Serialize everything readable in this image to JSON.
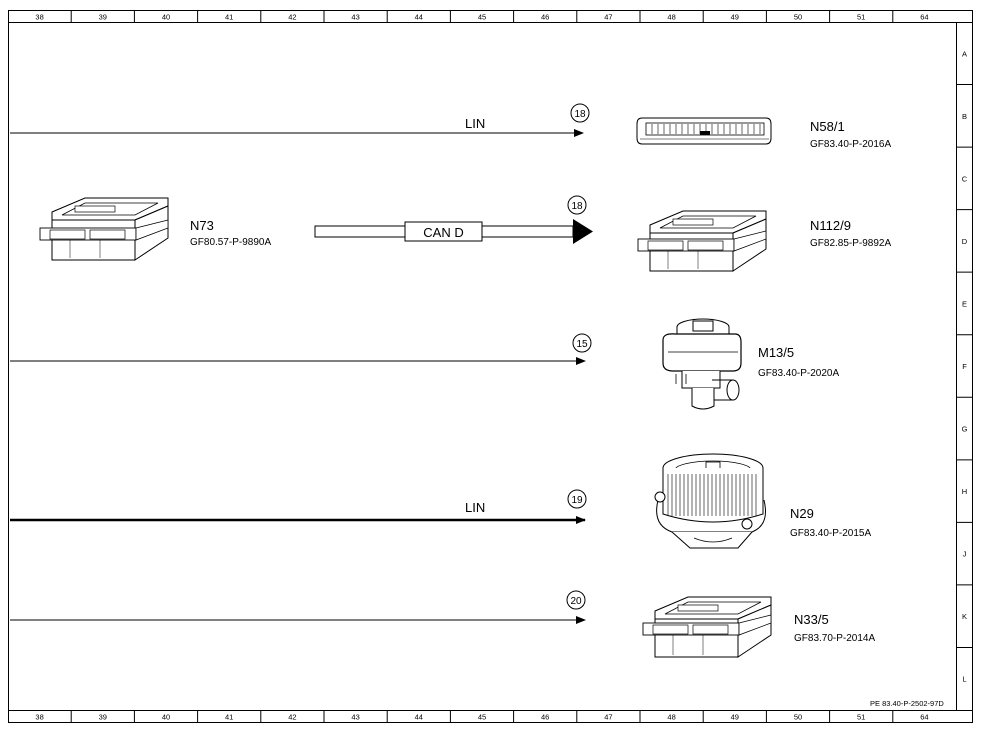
{
  "grid": {
    "columns": [
      "38",
      "39",
      "40",
      "41",
      "42",
      "43",
      "44",
      "45",
      "46",
      "47",
      "48",
      "49",
      "50",
      "51",
      "64"
    ],
    "rows": [
      "A",
      "B",
      "C",
      "D",
      "E",
      "F",
      "G",
      "H",
      "J",
      "K",
      "L"
    ]
  },
  "drawing_number": "PE 83.40-P-2502-97D",
  "source": {
    "name": "N73",
    "ref": "GF80.57-P-9890A",
    "bus_label": "CAN D",
    "bus_marker": "18"
  },
  "lines": [
    {
      "marker": "18",
      "label": "LIN",
      "weight": "thin"
    },
    {
      "marker": "15",
      "label": "",
      "weight": "thin"
    },
    {
      "marker": "19",
      "label": "LIN",
      "weight": "bold"
    },
    {
      "marker": "20",
      "label": "",
      "weight": "thin"
    }
  ],
  "components": [
    {
      "name": "N58/1",
      "ref": "GF83.40-P-2016A",
      "icon": "vent-module-icon"
    },
    {
      "name": "N112/9",
      "ref": "GF82.85-P-9892A",
      "icon": "control-unit-icon"
    },
    {
      "name": "M13/5",
      "ref": "GF83.40-P-2020A",
      "icon": "pump-icon"
    },
    {
      "name": "N29",
      "ref": "GF83.40-P-2015A",
      "icon": "blower-motor-icon"
    },
    {
      "name": "N33/5",
      "ref": "GF83.70-P-2014A",
      "icon": "control-unit-icon"
    }
  ]
}
